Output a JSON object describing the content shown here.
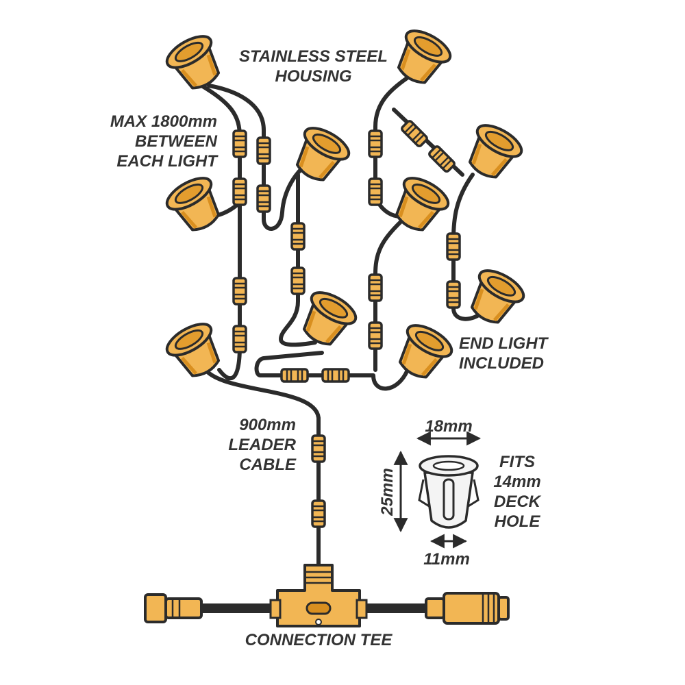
{
  "labels": {
    "housing": [
      "STAINLESS STEEL",
      "HOUSING"
    ],
    "max_spacing": [
      "MAX 1800mm",
      "BETWEEN",
      "EACH LIGHT"
    ],
    "end_light": [
      "END LIGHT",
      "INCLUDED"
    ],
    "leader": [
      "900mm",
      "LEADER",
      "CABLE"
    ],
    "fits": [
      "FITS",
      "14mm",
      "DECK",
      "HOLE"
    ],
    "connection_tee": "CONNECTION TEE"
  },
  "dimensions": {
    "top_width": "18mm",
    "height": "25mm",
    "bottom_width": "11mm"
  },
  "colors": {
    "cable": "#2b2b2b",
    "connector": "#f2b654",
    "connector_dark": "#d98f1f",
    "outline": "#2b2b2b",
    "text": "#333333",
    "housing_fill": "#f4f4f4"
  },
  "icons": [
    "deck-light-icon",
    "inline-connector-icon",
    "connection-tee-icon",
    "end-cap-connector-icon",
    "dimension-arrow-icon"
  ]
}
